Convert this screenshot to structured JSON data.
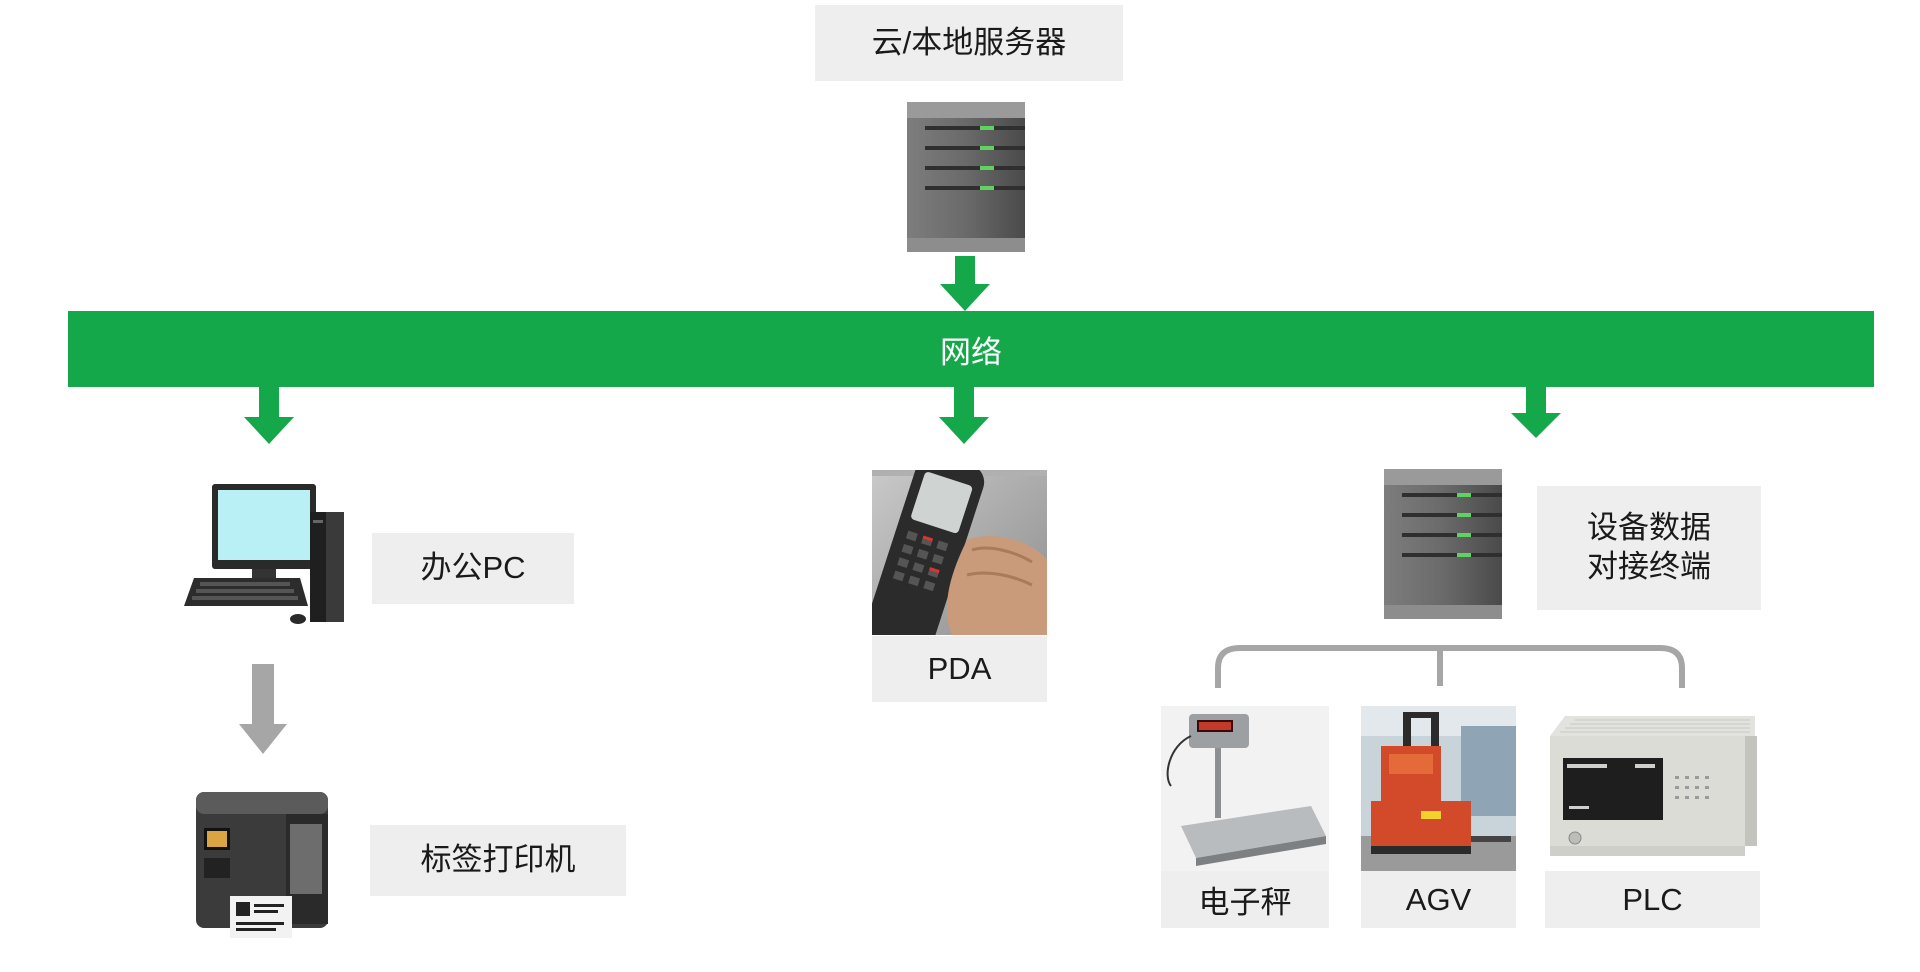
{
  "server_label": "云/本地服务器",
  "network_label": "网络",
  "office_pc_label": "办公PC",
  "label_printer_label": "标签打印机",
  "pda_label": "PDA",
  "device_terminal_label_line1": "设备数据",
  "device_terminal_label_line2": "对接终端",
  "scale_label": "电子秤",
  "agv_label": "AGV",
  "plc_label": "PLC",
  "colors": {
    "network_green": "#15a84b",
    "arrow_green": "#15a84b",
    "arrow_gray": "#a6a6a6",
    "label_background": "#eeeeee",
    "server_led": "#5fd35f"
  }
}
